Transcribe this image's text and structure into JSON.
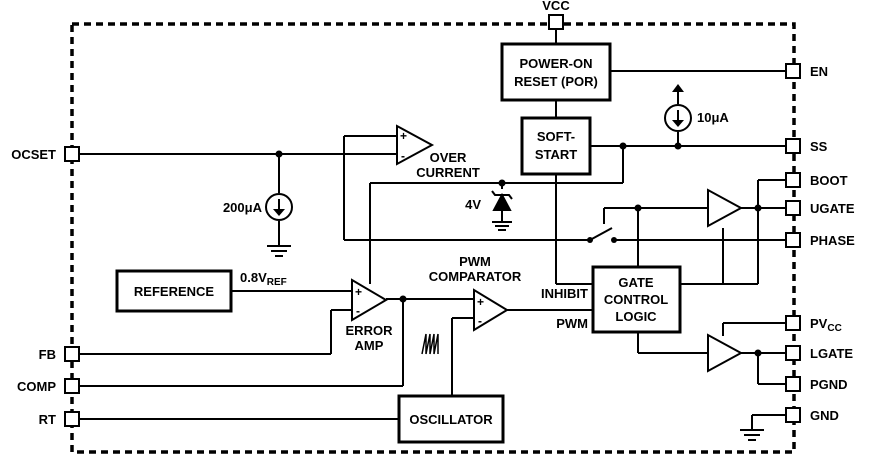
{
  "pins": {
    "vcc": "VCC",
    "en": "EN",
    "ss": "SS",
    "boot": "BOOT",
    "ugate": "UGATE",
    "phase": "PHASE",
    "pvcc": "PV",
    "pvcc_sub": "CC",
    "lgate": "LGATE",
    "pgnd": "PGND",
    "gnd": "GND",
    "ocset": "OCSET",
    "fb": "FB",
    "comp": "COMP",
    "rt": "RT"
  },
  "blocks": {
    "por_line1": "POWER-ON",
    "por_line2": "RESET (POR)",
    "softstart_line1": "SOFT-",
    "softstart_line2": "START",
    "reference": "REFERENCE",
    "gate_line1": "GATE",
    "gate_line2": "CONTROL",
    "gate_line3": "LOGIC",
    "oscillator": "OSCILLATOR"
  },
  "labels": {
    "over_current_1": "OVER",
    "over_current_2": "CURRENT",
    "error_amp_1": "ERROR",
    "error_amp_2": "AMP",
    "pwm_comp_1": "PWM",
    "pwm_comp_2": "COMPARATOR",
    "current_10ua": "10μA",
    "current_200ua": "200μA",
    "zener_4v": "4V",
    "vref_prefix": "0.8V",
    "vref_sub": "REF",
    "inhibit": "INHIBIT",
    "pwm": "PWM",
    "plus": "+",
    "minus": "-"
  }
}
